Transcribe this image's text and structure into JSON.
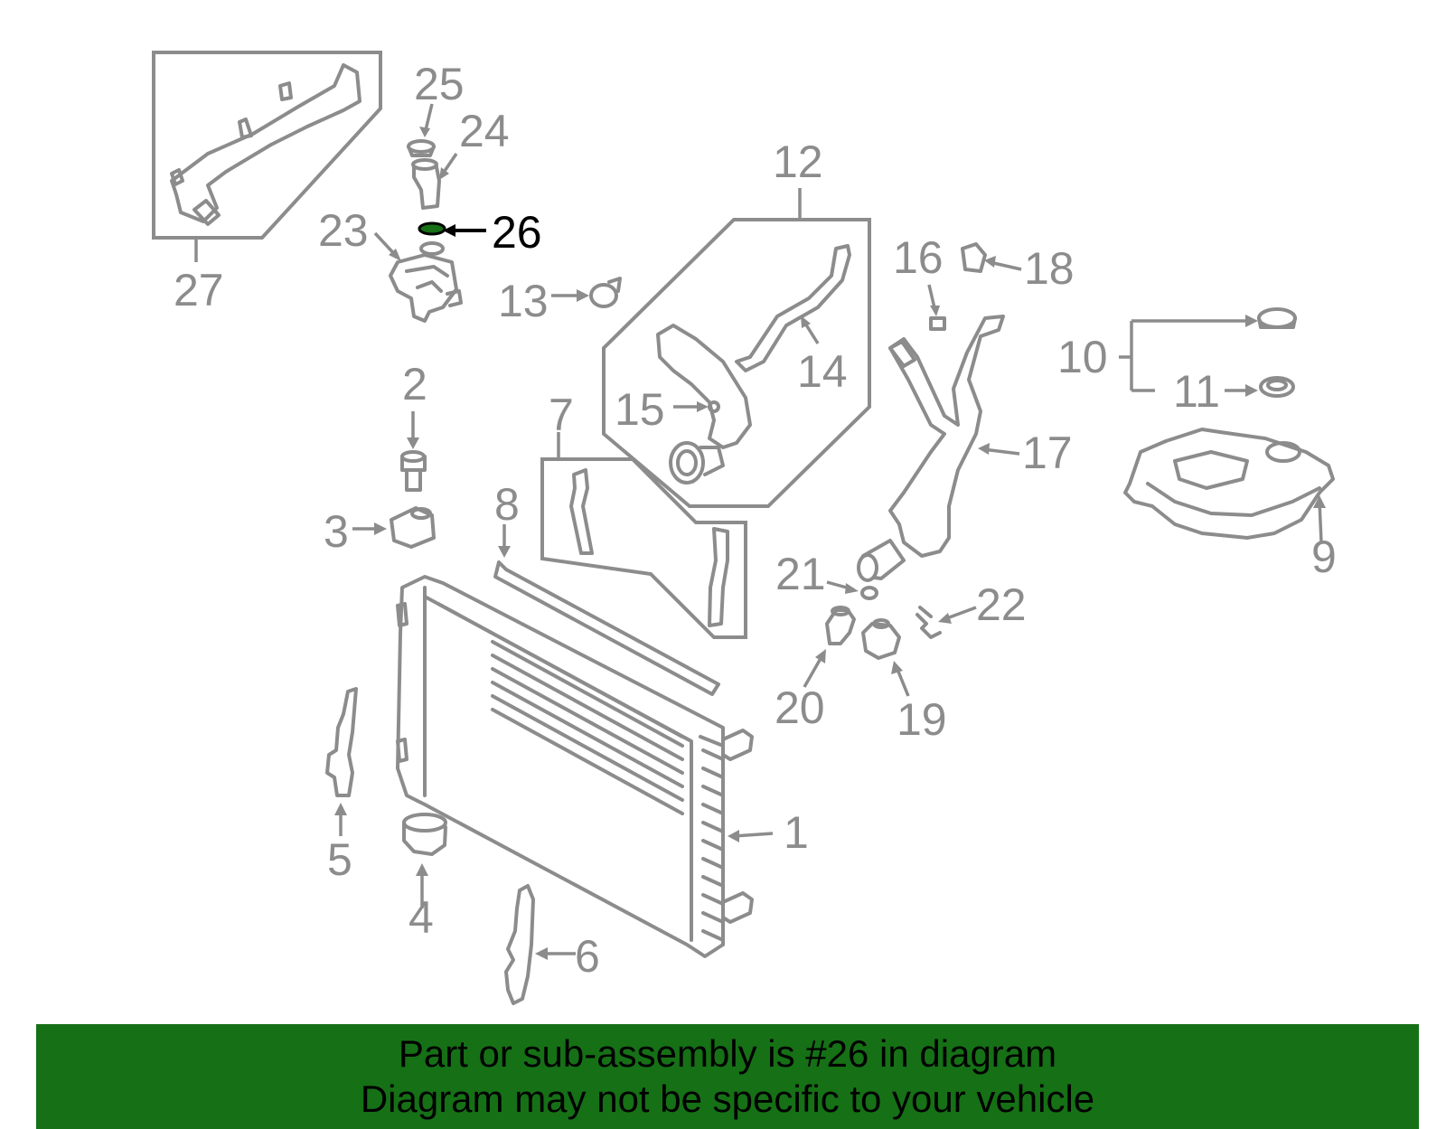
{
  "diagram": {
    "callouts": [
      {
        "id": "1",
        "text": "1"
      },
      {
        "id": "2",
        "text": "2"
      },
      {
        "id": "3",
        "text": "3"
      },
      {
        "id": "4",
        "text": "4"
      },
      {
        "id": "5",
        "text": "5"
      },
      {
        "id": "6",
        "text": "6"
      },
      {
        "id": "7",
        "text": "7"
      },
      {
        "id": "8",
        "text": "8"
      },
      {
        "id": "9",
        "text": "9"
      },
      {
        "id": "10",
        "text": "10"
      },
      {
        "id": "11",
        "text": "11"
      },
      {
        "id": "12",
        "text": "12"
      },
      {
        "id": "13",
        "text": "13"
      },
      {
        "id": "14",
        "text": "14"
      },
      {
        "id": "15",
        "text": "15"
      },
      {
        "id": "16",
        "text": "16"
      },
      {
        "id": "17",
        "text": "17"
      },
      {
        "id": "18",
        "text": "18"
      },
      {
        "id": "19",
        "text": "19"
      },
      {
        "id": "20",
        "text": "20"
      },
      {
        "id": "21",
        "text": "21"
      },
      {
        "id": "22",
        "text": "22"
      },
      {
        "id": "23",
        "text": "23"
      },
      {
        "id": "24",
        "text": "24"
      },
      {
        "id": "25",
        "text": "25"
      },
      {
        "id": "26",
        "text": "26"
      },
      {
        "id": "27",
        "text": "27"
      }
    ],
    "highlighted_part": "26",
    "colors": {
      "lines": "#8c8c8c",
      "highlight_part": "#167016",
      "highlight_label": "#000000",
      "banner_bg": "#167016"
    }
  },
  "banner": {
    "line1": "Part or sub-assembly is #26 in diagram",
    "line2": "Diagram may not be specific to your vehicle"
  }
}
